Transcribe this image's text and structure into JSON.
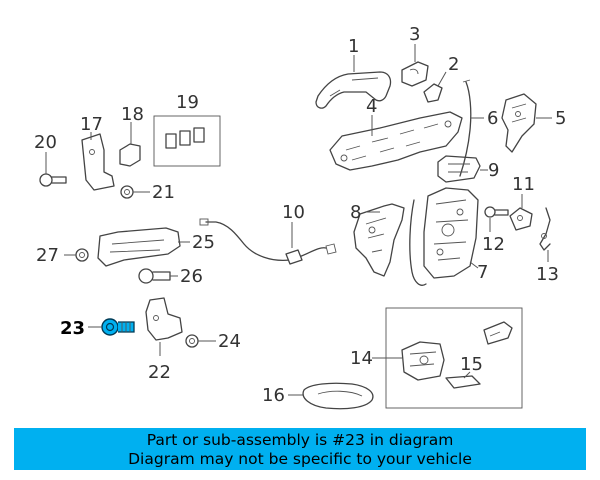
{
  "callouts": {
    "c1": "1",
    "c2": "2",
    "c3": "3",
    "c4": "4",
    "c5": "5",
    "c6": "6",
    "c7": "7",
    "c8": "8",
    "c9": "9",
    "c10": "10",
    "c11": "11",
    "c12": "12",
    "c13": "13",
    "c14": "14",
    "c15": "15",
    "c16": "16",
    "c17": "17",
    "c18": "18",
    "c19": "19",
    "c20": "20",
    "c21": "21",
    "c22": "22",
    "c23": "23",
    "c24": "24",
    "c25": "25",
    "c26": "26",
    "c27": "27"
  },
  "highlight": {
    "part": "23",
    "color": "#00b0f0"
  },
  "banner": {
    "line1": "Part or sub-assembly is #23 in diagram",
    "line2": "Diagram may not be specific to your vehicle",
    "background": "#00b0f0"
  }
}
